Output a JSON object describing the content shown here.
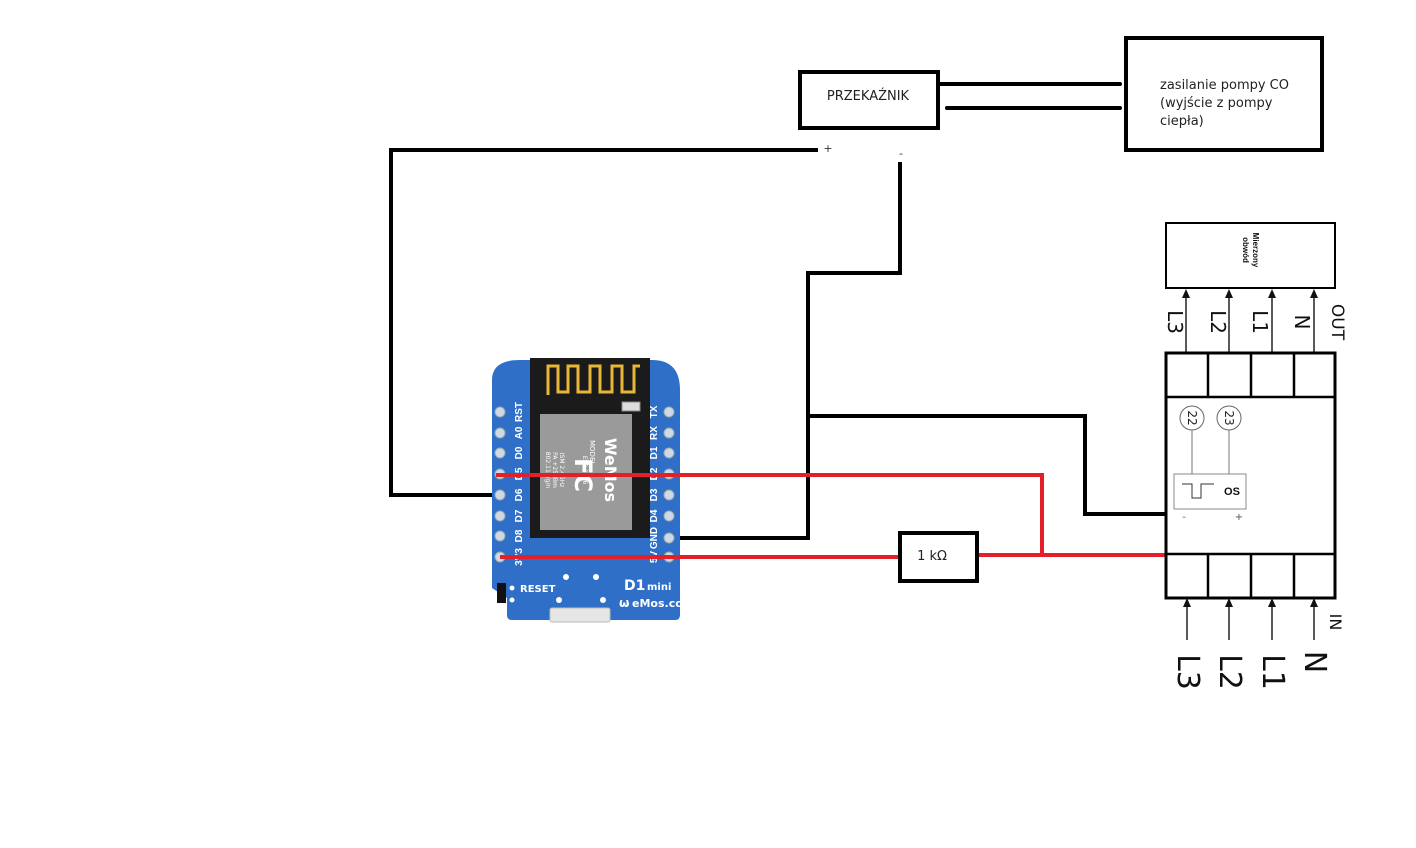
{
  "relay": {
    "label": "PRZEKAŹNIK",
    "plus_label": "+",
    "minus_label": "-"
  },
  "pump_box": {
    "lines": [
      "zasilanie pompy CO",
      "(wyjście z pompy",
      "ciepła)"
    ]
  },
  "resistor": {
    "label": "1 kΩ"
  },
  "board": {
    "name": "D1",
    "name_suffix": "mini",
    "brand": "eMos.cc",
    "reset_label": "RESET",
    "chip_model_label": "MODEL",
    "chip_logo": "FC",
    "chip_brand": "WeMos",
    "chip_lines": [
      "ESP-8266",
      "ISM 2.4GHz",
      "PA +25dBm",
      "802.11b/g/n"
    ],
    "left_pins": [
      "RST",
      "A0",
      "D0",
      "D5",
      "D6",
      "D7",
      "D8",
      "3V3"
    ],
    "right_pins": [
      "TX",
      "RX",
      "D1",
      "D2",
      "D3",
      "D4",
      "GND",
      "5V"
    ]
  },
  "meter": {
    "load_box_label": [
      "Mierzony",
      "obwód"
    ],
    "out_label": "OUT",
    "in_label": "IN",
    "out_terminals": [
      "L3",
      "L2",
      "L1",
      "N"
    ],
    "in_terminals": [
      "L3",
      "L2",
      "L1",
      "N"
    ],
    "pulse_terminals": [
      "22",
      "23"
    ],
    "pulse_label": "OS",
    "pulse_minus": "-",
    "pulse_plus": "+"
  },
  "colors": {
    "wire_black": "#000000",
    "wire_red": "#e3202a",
    "board_blue": "#2f6fc8",
    "chip_gray": "#9a9a9a",
    "gold": "#e8b73a"
  }
}
